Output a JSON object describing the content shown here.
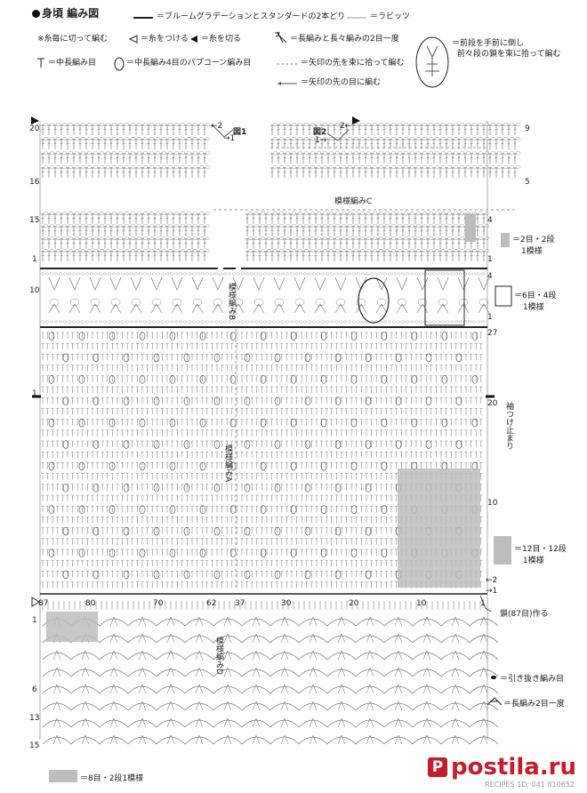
{
  "title": "身頃 編み図",
  "legend": {
    "line_gradation": "＝ブルームグラデーションとスタンダードの2本どり",
    "line_rabiz": "＝ラビッツ",
    "cut_each_row": "※糸毎に切って編む",
    "attach": "＝糸をつける",
    "cut": "＝糸を切る",
    "dc_tr2tog": "＝長編みと長々編みの2目一度",
    "hdc": "＝中長編み目",
    "popcorn": "＝中長編み4目のパプコーン編み目",
    "bundle": "＝矢印の先を束に拾って編む",
    "into_stitch": "＝矢印の先の目に編む",
    "fold_note_1": "＝前段を手前に倒し",
    "fold_note_2": "前々段の鎖を束に拾って編む"
  },
  "labels": {
    "fig1": "図1",
    "fig2": "図2",
    "pattern_c": "模様編みC",
    "pattern_b": "模様編みB",
    "pattern_a": "模様編みA",
    "pattern_d": "模様編みD",
    "sleeve": "袖つけ止まり",
    "chain": "鎖(87目)作る"
  },
  "repeats": {
    "c": {
      "line1": "＝2目・2段",
      "line2": "1模様"
    },
    "b": {
      "line1": "＝6目・4段",
      "line2": "1模様"
    },
    "a": {
      "line1": "＝12目・12段",
      "line2": "1模様"
    },
    "d": "＝8目・2段1模様"
  },
  "side_legend": {
    "slip": "＝引き抜き編み目",
    "dc2tog": "＝長編み2目一度"
  },
  "row_numbers": {
    "left": [
      "20",
      "16",
      "15",
      "1",
      "10",
      "1",
      "1",
      "6",
      "13",
      "15"
    ],
    "right": [
      "9",
      "5",
      "4",
      "1",
      "4",
      "1",
      "27",
      "20",
      "10",
      "←2",
      "→1"
    ]
  },
  "stitch_counts": [
    "87",
    "80",
    "70",
    "62",
    "37",
    "30",
    "20",
    "10",
    "1"
  ],
  "arrows": {
    "fig1_a": "←2",
    "fig1_b": "→1",
    "fig2_a": "2←",
    "fig2_b": "1→"
  },
  "watermark": {
    "brand": "postila.ru",
    "sub": "RECIPES 1D: 041 810652"
  },
  "colors": {
    "repeat_shade": "#bdbdbd",
    "line": "#555555",
    "text": "#222222",
    "brand": "#c61c2c"
  }
}
